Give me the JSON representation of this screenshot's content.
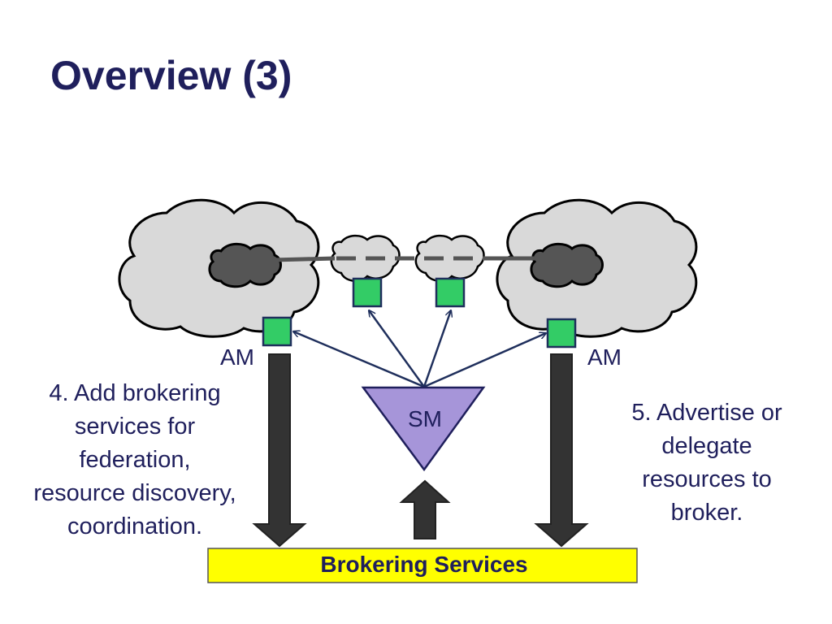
{
  "slide": {
    "title": "Overview (3)"
  },
  "diagram": {
    "am_left_label": "AM",
    "am_right_label": "AM",
    "sm_label": "SM",
    "broker_label": "Brokering Services",
    "note_left": [
      "4. Add brokering",
      "services for",
      "federation,",
      "resource discovery,",
      "coordination."
    ],
    "note_right": [
      "5. Advertise or",
      "delegate",
      "resources to",
      "broker."
    ]
  },
  "colors": {
    "title": "#1f1f5c",
    "cloud_light": "#d9d9d9",
    "cloud_dark": "#555555",
    "am_box": "#33cc66",
    "sm_triangle": "#a695d9",
    "broker_bar": "#ffff00",
    "arrow_dark": "#333333",
    "arrow_navy": "#1f2f5c"
  }
}
